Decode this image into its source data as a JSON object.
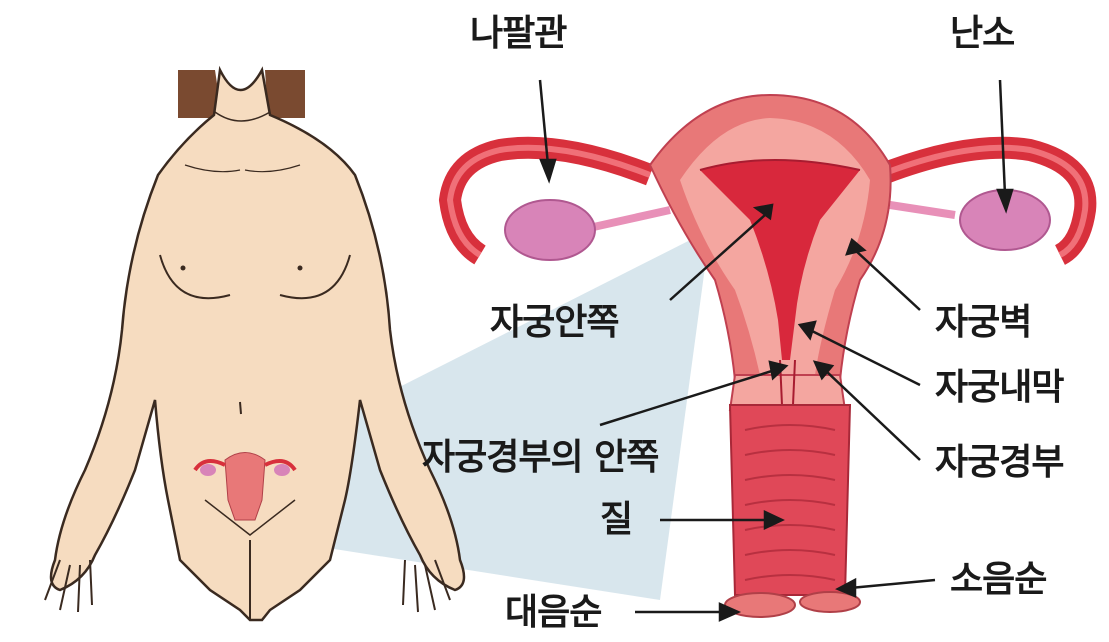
{
  "labels": {
    "fallopian_tube": "나팔관",
    "ovary": "난소",
    "uterine_cavity": "자궁안쪽",
    "uterine_wall": "자궁벽",
    "endometrium": "자궁내막",
    "inner_cervix": "자궁경부의 안쪽",
    "cervix": "자궁경부",
    "vagina": "질",
    "labia_minora": "소음순",
    "labia_majora": "대음순"
  },
  "colors": {
    "skin": "#f6dcc0",
    "skin_outline": "#3a2a20",
    "hair": "#7a4a30",
    "zoom_panel": "#c8dce6",
    "uterus_outer": "#e87878",
    "uterus_inner": "#f4a6a0",
    "cavity": "#d8283c",
    "tube": "#d8303c",
    "ovary": "#d884b8",
    "vagina": "#e04858"
  }
}
